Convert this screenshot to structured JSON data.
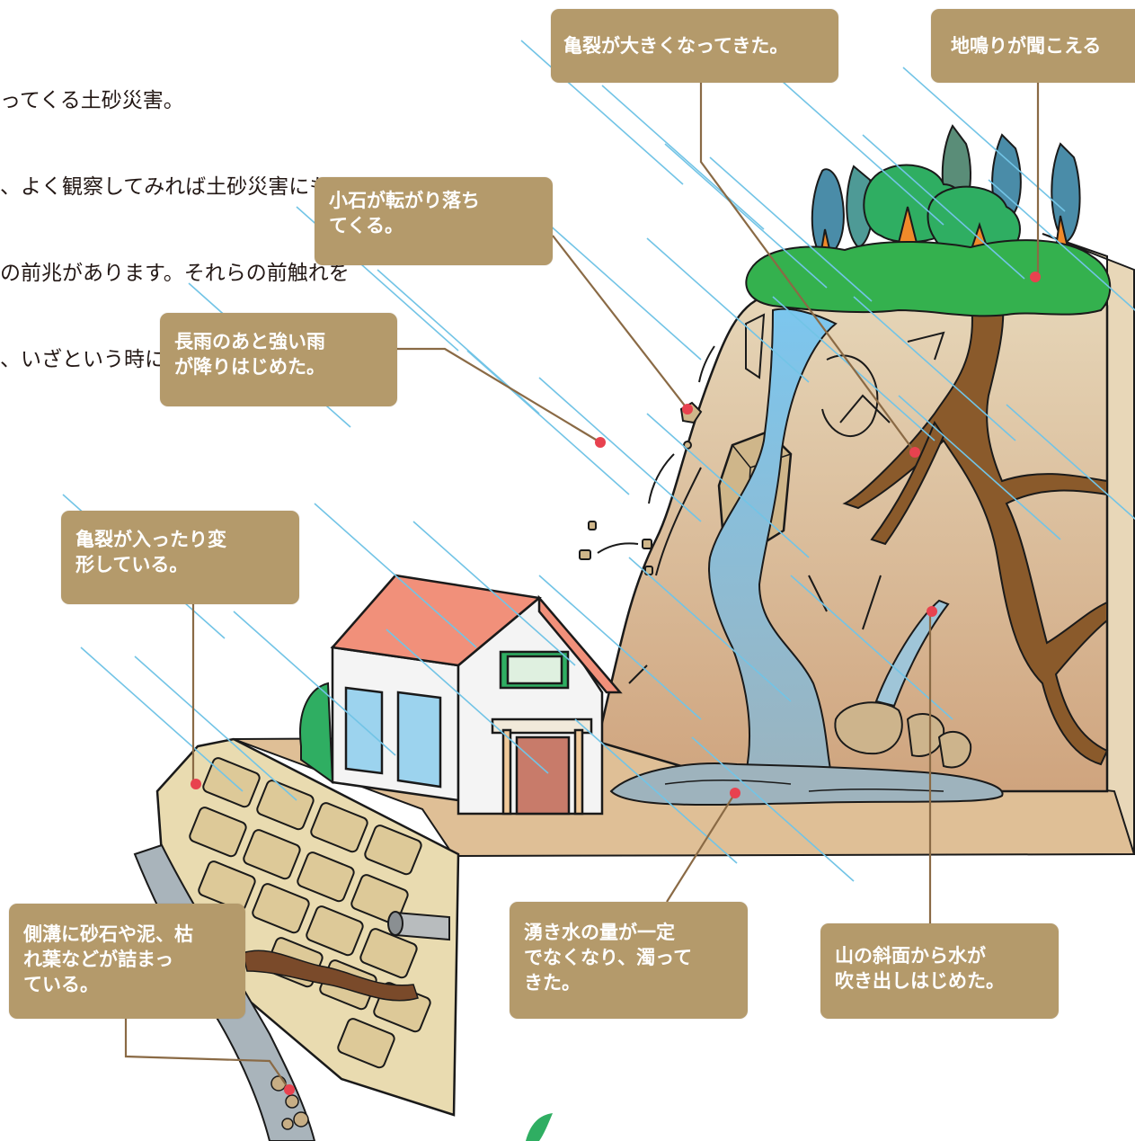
{
  "intro": {
    "lines": [
      "ってくる土砂災害。",
      "、よく観察してみれば土砂災害にもい",
      "の前兆があります。それらの前触れを",
      "、いざという時に備えましょう。"
    ]
  },
  "callouts": {
    "crack_growing": "亀裂が大きくなってきた。",
    "ground_rumble": "地鳴りが聞こえる",
    "pebbles_falling": "小石が転がり落ち\nてくる。",
    "heavy_rain": "長雨のあと強い雨\nが降りはじめた。",
    "wall_cracks": "亀裂が入ったり変\n形している。",
    "ditch_clogged": "側溝に砂石や泥、枯\nれ葉などが詰まっ\nている。",
    "spring_water": "湧き水の量が一定\nでなくなり、濁って\nきた。",
    "slope_water": "山の斜面から水が\n吹き出しはじめた。"
  },
  "colors": {
    "callout_bg": "#b49a6b",
    "marker": "#e8424f",
    "leader": "#8a6a45",
    "rain": "#72c4e6",
    "cliff": "#dcc8a6",
    "water": "#6bb9e6",
    "roof": "#ef8f73",
    "foliage": "#35b14c"
  },
  "icons": [
    "rain-line",
    "marker-dot",
    "tree-icon",
    "house-icon",
    "waterfall",
    "boulder",
    "stone-wall"
  ]
}
